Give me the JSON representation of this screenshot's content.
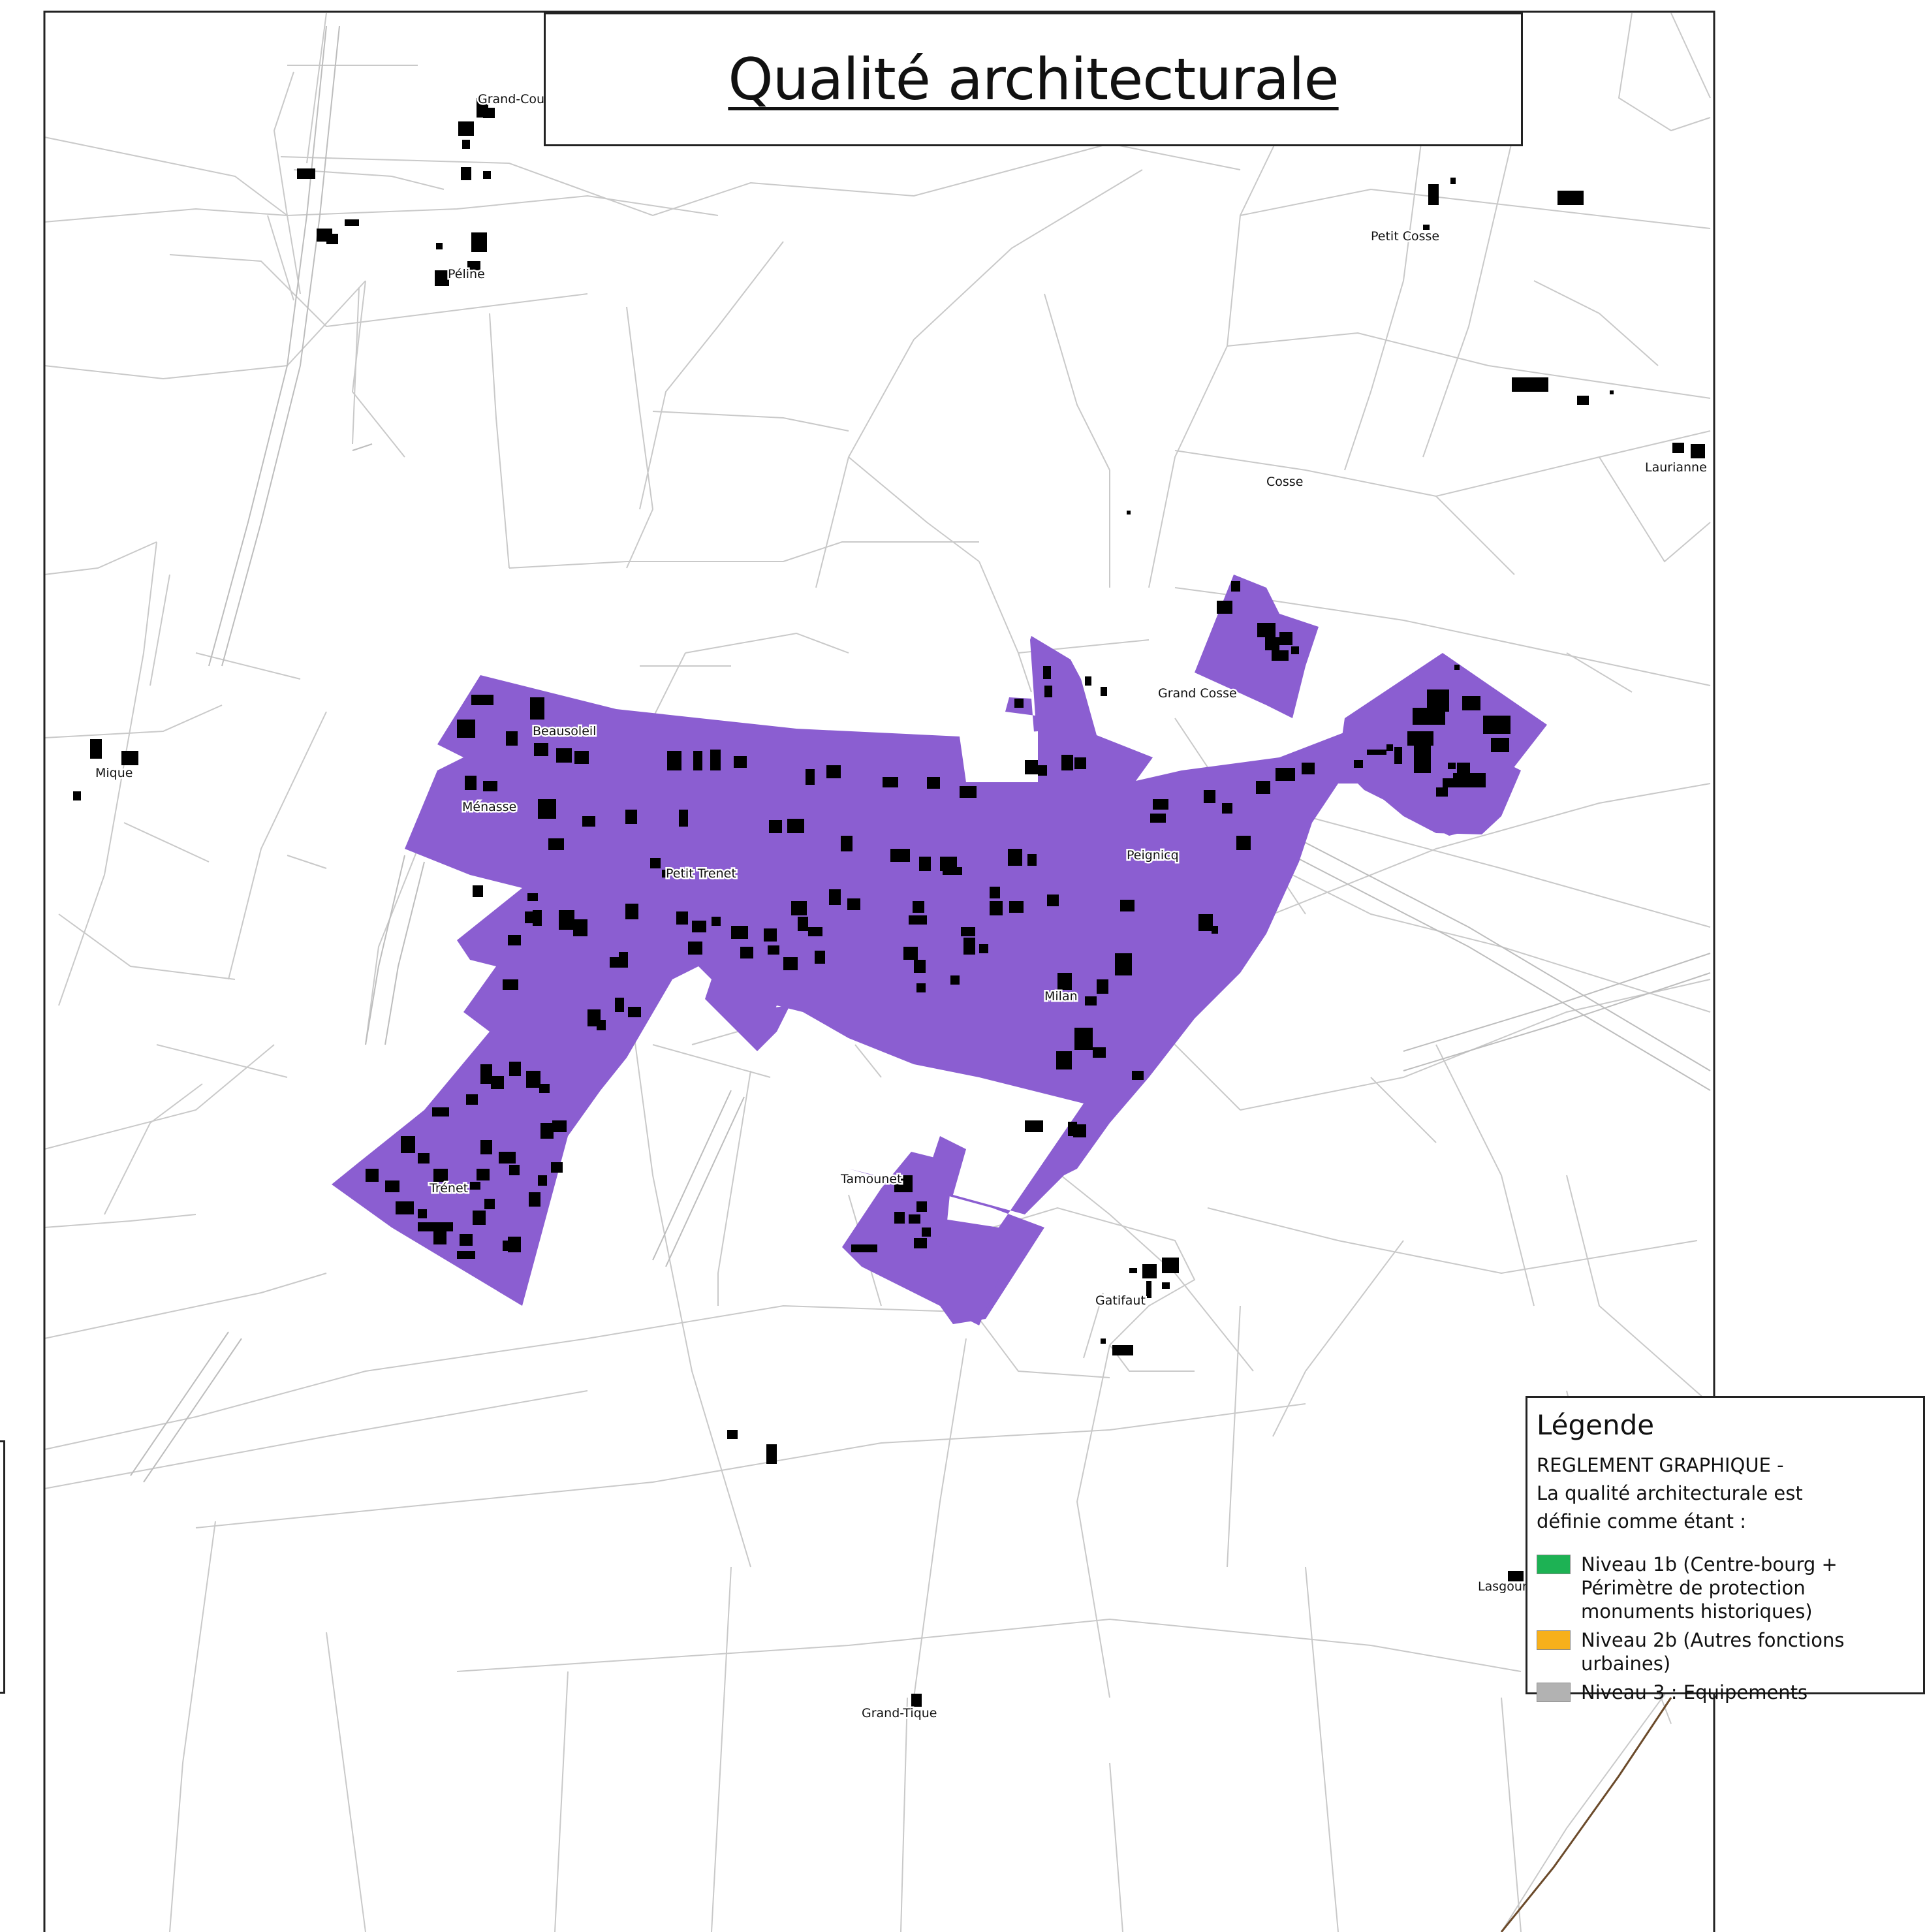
{
  "title": "Qualité architecturale",
  "legend": {
    "title": "Légende",
    "intro": "REGLEMENT GRAPHIQUE -\nLa qualité architecturale est\ndéfinie comme étant :",
    "items": [
      {
        "label": "Niveau 1b (Centre-bourg +\nPérimètre de protection\nmonuments historiques)",
        "color": "#1db254"
      },
      {
        "label": "Niveau 2b (Autres fonctions urbaines)",
        "color": "#f7b01b"
      },
      {
        "label": "Niveau 3 : Equipements",
        "color": "#b2b2b2"
      }
    ]
  },
  "map": {
    "zone_color": "#8b5ed1",
    "building_color": "#000000",
    "parcel_line_color": "#c8c8c8",
    "places": [
      "Grand-Couet",
      "Péline",
      "Petit Cosse",
      "Laurianne",
      "Cosse",
      "Grand Cosse",
      "Beausoleil",
      "Mique",
      "Ménasse",
      "Petit Trenet",
      "Peignicq",
      "Milan",
      "Trénet",
      "Tamounet",
      "Gatifaut",
      "Lasgouris",
      "Grand-Tique"
    ]
  }
}
